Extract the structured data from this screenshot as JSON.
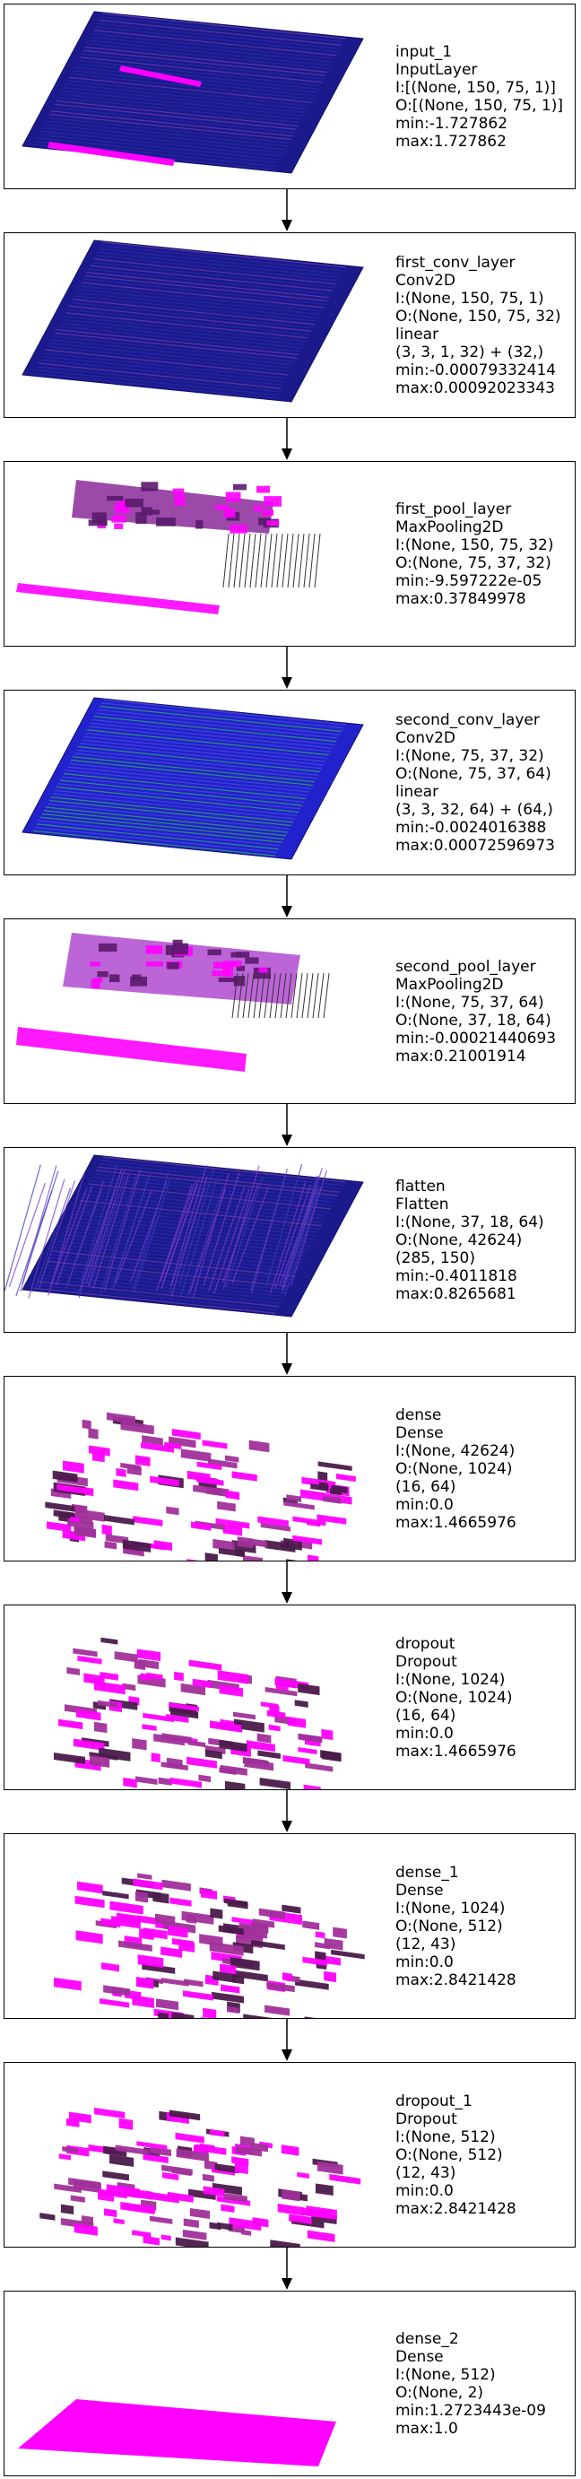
{
  "layers": [
    {
      "lines": [
        "input_1",
        "InputLayer",
        "I:[(None, 150, 75, 1)]",
        "O:[(None, 150, 75, 1)]",
        "min:-1.727862",
        "max:1.727862"
      ],
      "viz": "plane-input"
    },
    {
      "lines": [
        "first_conv_layer",
        "Conv2D",
        "I:(None, 150, 75, 1)",
        "O:(None, 150, 75, 32)",
        "linear",
        "(3, 3, 1, 32) + (32,)",
        "min:-0.00079332414",
        "max:0.00092023343"
      ],
      "viz": "plane-conv"
    },
    {
      "lines": [
        "first_pool_layer",
        "MaxPooling2D",
        "I:(None, 150, 75, 32)",
        "O:(None, 75, 37, 32)",
        "min:-9.597222e-05",
        "max:0.37849978"
      ],
      "viz": "pool"
    },
    {
      "lines": [
        "second_conv_layer",
        "Conv2D",
        "I:(None, 75, 37, 32)",
        "O:(None, 75, 37, 64)",
        "linear",
        "(3, 3, 32, 64) + (64,)",
        "min:-0.0024016388",
        "max:0.00072596973"
      ],
      "viz": "plane-conv2"
    },
    {
      "lines": [
        "second_pool_layer",
        "MaxPooling2D",
        "I:(None, 75, 37, 64)",
        "O:(None, 37, 18, 64)",
        "min:-0.00021440693",
        "max:0.21001914"
      ],
      "viz": "pool2"
    },
    {
      "lines": [
        "flatten",
        "Flatten",
        "I:(None, 37, 18, 64)",
        "O:(None, 42624)",
        "(285, 150)",
        "min:-0.4011818",
        "max:0.8265681"
      ],
      "viz": "plane-flatten"
    },
    {
      "lines": [
        "dense",
        "Dense",
        "I:(None, 42624)",
        "O:(None, 1024)",
        "(16, 64)",
        "min:0.0",
        "max:1.4665976"
      ],
      "viz": "sparse"
    },
    {
      "lines": [
        "dropout",
        "Dropout",
        "I:(None, 1024)",
        "O:(None, 1024)",
        "(16, 64)",
        "min:0.0",
        "max:1.4665976"
      ],
      "viz": "sparse"
    },
    {
      "lines": [
        "dense_1",
        "Dense",
        "I:(None, 1024)",
        "O:(None, 512)",
        "(12, 43)",
        "min:0.0",
        "max:2.8421428"
      ],
      "viz": "sparse"
    },
    {
      "lines": [
        "dropout_1",
        "Dropout",
        "I:(None, 512)",
        "O:(None, 512)",
        "(12, 43)",
        "min:0.0",
        "max:2.8421428"
      ],
      "viz": "sparse"
    },
    {
      "lines": [
        "dense_2",
        "Dense",
        "I:(None, 512)",
        "O:(None, 2)",
        "min:1.2723443e-09",
        "max:1.0"
      ],
      "viz": "magenta"
    }
  ],
  "colors": {
    "dark_blue": "#1a1a8c",
    "blue": "#2222cc",
    "magenta": "#ff00ff",
    "purple": "#8a2a9a",
    "green": "#33aa66"
  }
}
